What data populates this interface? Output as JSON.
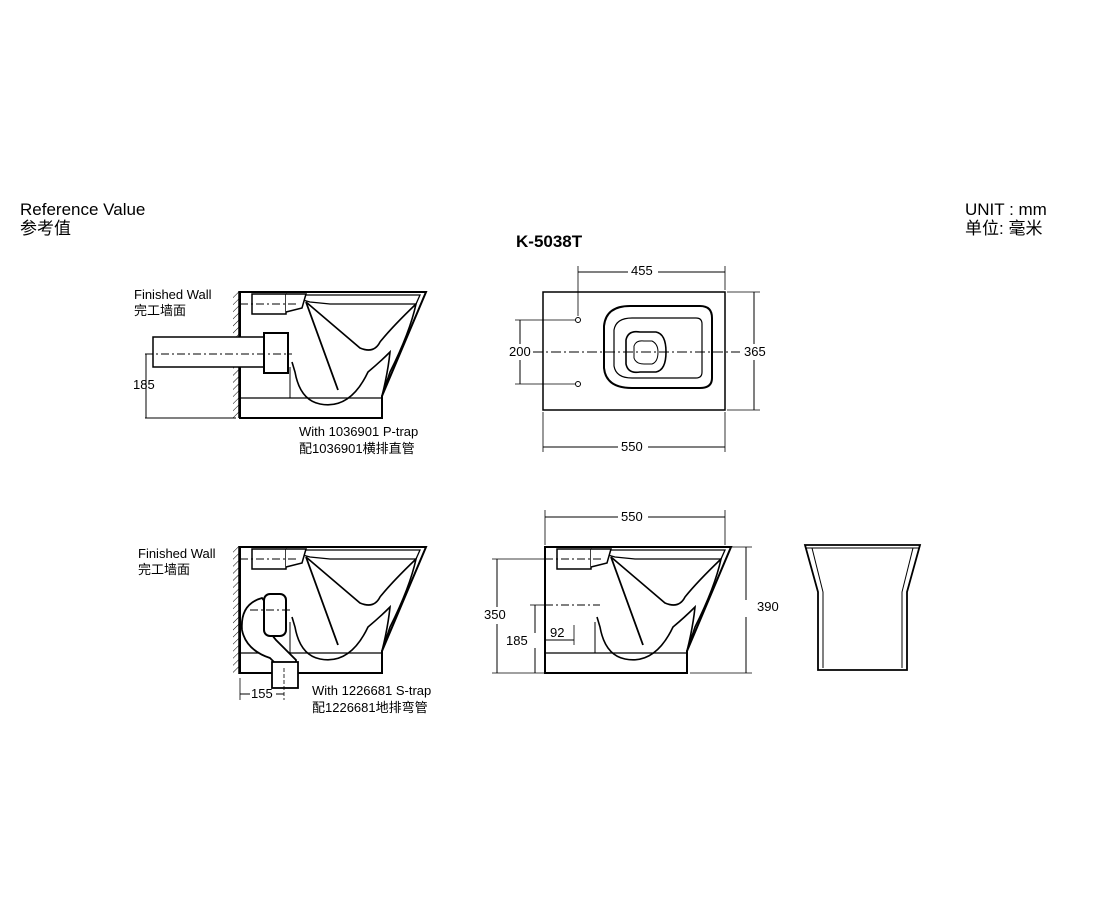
{
  "header": {
    "reference_en": "Reference Value",
    "reference_cn": "参考值",
    "unit_en": "UNIT : mm",
    "unit_cn": "单位:  毫米",
    "model": "K-5038T"
  },
  "ptrap_view": {
    "wall_en": "Finished Wall",
    "wall_cn": "完工墙面",
    "dim_height": "185",
    "caption_en": "With 1036901 P-trap",
    "caption_cn": "配1036901横排直管"
  },
  "top_view": {
    "dim_top": "455",
    "dim_left": "200",
    "dim_right": "365",
    "dim_bottom": "550"
  },
  "strap_view": {
    "wall_en": "Finished Wall",
    "wall_cn": "完工墙面",
    "dim_offset": "155",
    "caption_en": "With 1226681 S-trap",
    "caption_cn": "配1226681地排弯管"
  },
  "side_view": {
    "dim_top": "550",
    "dim_total_left": "350",
    "dim_outlet": "185",
    "dim_inner": "92",
    "dim_total_right": "390"
  }
}
